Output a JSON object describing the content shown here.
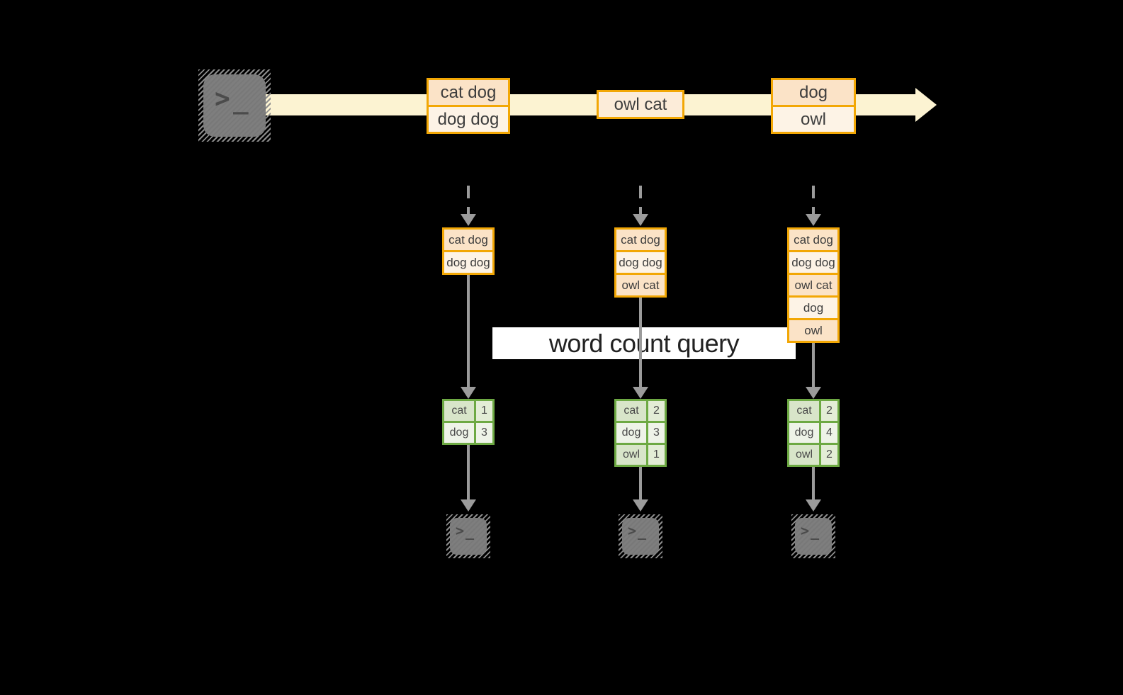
{
  "colors": {
    "orange": "#F2A705",
    "peach": "#FBE3C7",
    "cream": "#FDF3E6",
    "owlcat": "#FCECD9",
    "band": "#FCF3D2",
    "green": "#6DA943",
    "gdark": "#D8E5C9",
    "gcount": "#E3EDD6",
    "glight": "#EEF3E8",
    "gray": "#9B9B9B",
    "term": "#7E7E7E",
    "text": "#3D3D3D",
    "qtext": "#222222",
    "bg": "#000000"
  },
  "icons": {
    "prompt": ">",
    "cursor": "_"
  },
  "query": {
    "label": "word count query"
  },
  "stream": {
    "events": [
      {
        "lines": [
          "cat dog",
          "dog dog"
        ]
      },
      {
        "lines": [
          "owl cat"
        ]
      },
      {
        "lines": [
          "dog",
          "owl"
        ]
      }
    ]
  },
  "columns": [
    {
      "buffer": [
        "cat dog",
        "dog dog"
      ],
      "counts": [
        {
          "word": "cat",
          "value": "1"
        },
        {
          "word": "dog",
          "value": "3"
        }
      ]
    },
    {
      "buffer": [
        "cat dog",
        "dog dog",
        "owl cat"
      ],
      "counts": [
        {
          "word": "cat",
          "value": "2"
        },
        {
          "word": "dog",
          "value": "3"
        },
        {
          "word": "owl",
          "value": "1"
        }
      ]
    },
    {
      "buffer": [
        "cat dog",
        "dog dog",
        "owl cat",
        "dog",
        "owl"
      ],
      "counts": [
        {
          "word": "cat",
          "value": "2"
        },
        {
          "word": "dog",
          "value": "4"
        },
        {
          "word": "owl",
          "value": "2"
        }
      ]
    }
  ]
}
